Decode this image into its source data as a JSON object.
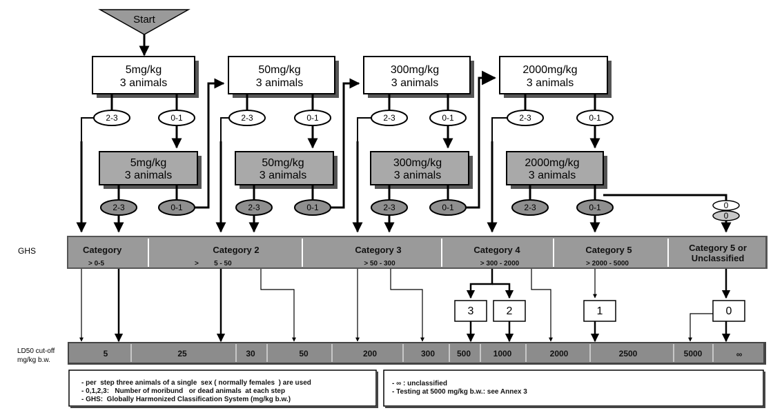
{
  "start": "Start",
  "upper_boxes": [
    {
      "dose": "5mg/kg",
      "animals": "3 animals"
    },
    {
      "dose": "50mg/kg",
      "animals": "3 animals"
    },
    {
      "dose": "300mg/kg",
      "animals": "3 animals"
    },
    {
      "dose": "2000mg/kg",
      "animals": "3 animals"
    }
  ],
  "lower_boxes": [
    {
      "dose": "5mg/kg",
      "animals": "3 animals"
    },
    {
      "dose": "50mg/kg",
      "animals": "3 animals"
    },
    {
      "dose": "300mg/kg",
      "animals": "3 animals"
    },
    {
      "dose": "2000mg/kg",
      "animals": "3 animals"
    }
  ],
  "outcomes": {
    "high": "2-3",
    "low": "0-1",
    "zero": "0"
  },
  "ghs_label": "GHS",
  "categories": [
    {
      "title": "Category",
      "title2": "",
      "range": "> 0-5"
    },
    {
      "title": "Category 2",
      "title2": "",
      "range": ">        5 - 50"
    },
    {
      "title": "Category 3",
      "title2": "",
      "range": "> 50 - 300"
    },
    {
      "title": "Category 4",
      "title2": "",
      "range": "> 300 - 2000"
    },
    {
      "title": "Category 5",
      "title2": "",
      "range": "> 2000 - 5000"
    },
    {
      "title": "Category 5 or",
      "title2": "Unclassified",
      "range": ""
    }
  ],
  "sub_boxes": [
    "3",
    "2",
    "1",
    "0"
  ],
  "ld50_label": "LD50  cut-off",
  "ld50_units": "mg/kg b.w.",
  "ld50_values": [
    "5",
    "25",
    "30",
    "50",
    "200",
    "300",
    "500",
    "1000",
    "2000",
    "2500",
    "5000",
    "∞"
  ],
  "notes_left": [
    "- per  step three animals of a single  sex ( normally females  ) are used",
    "- 0,1,2,3:   Number of moribund   or dead animals  at each step",
    "- GHS:  Globally Harmonized Classification System (mg/kg b.w.)"
  ],
  "notes_right": [
    "- ∞ : unclassified",
    "- Testing at 5000 mg/kg b.w.: see  Annex 3"
  ],
  "colors": {
    "gray_box": "#a9a9a9",
    "dark_oval": "#8f8f8f",
    "light_oval": "#c8c8c8",
    "bar": "#9a9a9a",
    "ld_bar": "#8c8c8c"
  }
}
